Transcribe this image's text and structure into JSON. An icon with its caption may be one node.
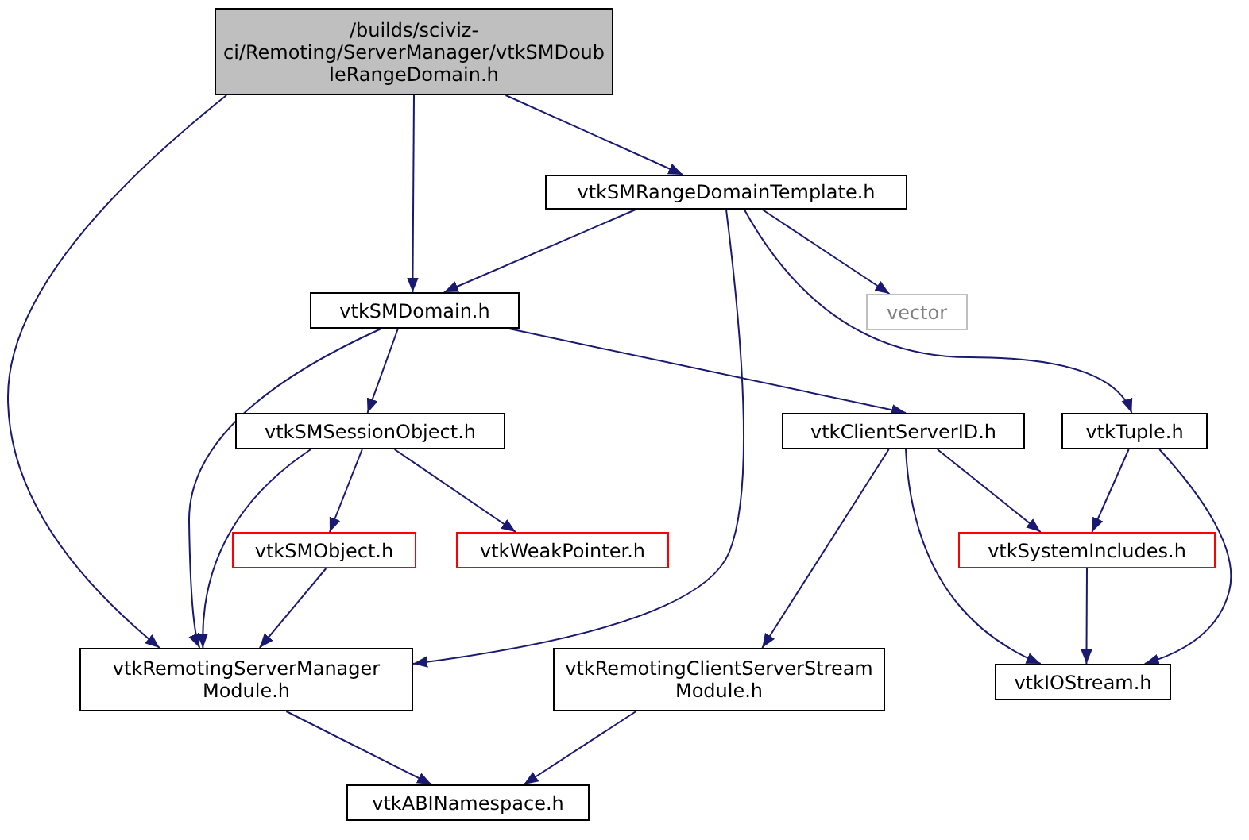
{
  "diagram": {
    "nodes": [
      {
        "text": [
          "/builds/sciviz-ci/Remoting/ServerManager/vtkSMDoubleRangeDomain.h"
        ]
      },
      {
        "text": [
          "vtkSMRangeDomainTemplate.h"
        ]
      },
      {
        "text": [
          "vtkSMDomain.h"
        ]
      },
      {
        "text": [
          "vector"
        ]
      },
      {
        "text": [
          "vtkSMSessionObject.h"
        ]
      },
      {
        "text": [
          "vtkClientServerID.h"
        ]
      },
      {
        "text": [
          "vtkTuple.h"
        ]
      },
      {
        "text": [
          "vtkSMObject.h"
        ]
      },
      {
        "text": [
          "vtkWeakPointer.h"
        ]
      },
      {
        "text": [
          "vtkSystemIncludes.h"
        ]
      },
      {
        "text": [
          "vtkRemotingServerManager Module.h"
        ]
      },
      {
        "text": [
          "vtkRemotingClientServerStream Module.h"
        ]
      },
      {
        "text": [
          "vtkIOStream.h"
        ]
      },
      {
        "text": [
          "vtkABINamespace.h"
        ]
      }
    ],
    "edges": [
      {
        "from": 0,
        "to": 10,
        "arrow": "to"
      },
      {
        "from": 0,
        "to": 2,
        "arrow": "to"
      },
      {
        "from": 0,
        "to": 1,
        "arrow": "to"
      },
      {
        "from": 1,
        "to": 2,
        "arrow": "to"
      },
      {
        "from": 1,
        "to": 10,
        "arrow": "to"
      },
      {
        "from": 1,
        "to": 3,
        "arrow": "to"
      },
      {
        "from": 1,
        "to": 6,
        "arrow": "to"
      },
      {
        "from": 2,
        "to": 10,
        "arrow": "to"
      },
      {
        "from": 2,
        "to": 4,
        "arrow": "to"
      },
      {
        "from": 2,
        "to": 5,
        "arrow": "to"
      },
      {
        "from": 4,
        "to": 10,
        "arrow": "to"
      },
      {
        "from": 4,
        "to": 7,
        "arrow": "to"
      },
      {
        "from": 4,
        "to": 8,
        "arrow": "to"
      },
      {
        "from": 7,
        "to": 10,
        "arrow": "to"
      },
      {
        "from": 5,
        "to": 9,
        "arrow": "to"
      },
      {
        "from": 5,
        "to": 11,
        "arrow": "to"
      },
      {
        "from": 5,
        "to": 12,
        "arrow": "to"
      },
      {
        "from": 6,
        "to": 9,
        "arrow": "to"
      },
      {
        "from": 6,
        "to": 12,
        "arrow": "to"
      },
      {
        "from": 9,
        "to": 12,
        "arrow": "to"
      },
      {
        "from": 10,
        "to": 13,
        "arrow": "to"
      },
      {
        "from": 11,
        "to": 13,
        "arrow": "to"
      }
    ]
  }
}
